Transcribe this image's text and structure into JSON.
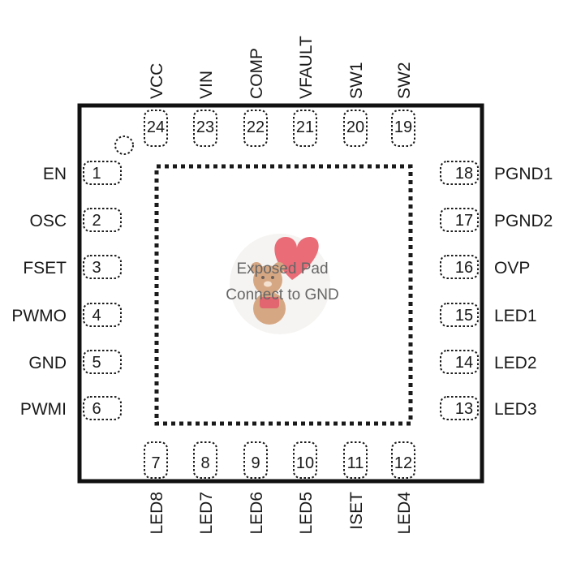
{
  "package": {
    "exposed_pad_lines": [
      "Exposed Pad",
      "Connect to GND"
    ]
  },
  "pins": {
    "left": [
      {
        "number": "1",
        "name": "EN"
      },
      {
        "number": "2",
        "name": "OSC"
      },
      {
        "number": "3",
        "name": "FSET"
      },
      {
        "number": "4",
        "name": "PWMO"
      },
      {
        "number": "5",
        "name": "GND"
      },
      {
        "number": "6",
        "name": "PWMI"
      }
    ],
    "bottom": [
      {
        "number": "7",
        "name": "LED8"
      },
      {
        "number": "8",
        "name": "LED7"
      },
      {
        "number": "9",
        "name": "LED6"
      },
      {
        "number": "10",
        "name": "LED5"
      },
      {
        "number": "11",
        "name": "ISET"
      },
      {
        "number": "12",
        "name": "LED4"
      }
    ],
    "right": [
      {
        "number": "13",
        "name": "LED3"
      },
      {
        "number": "14",
        "name": "LED2"
      },
      {
        "number": "15",
        "name": "LED1"
      },
      {
        "number": "16",
        "name": "OVP"
      },
      {
        "number": "17",
        "name": "PGND2"
      },
      {
        "number": "18",
        "name": "PGND1"
      }
    ],
    "top": [
      {
        "number": "19",
        "name": "SW2"
      },
      {
        "number": "20",
        "name": "SW1"
      },
      {
        "number": "21",
        "name": "VFAULT"
      },
      {
        "number": "22",
        "name": "COMP"
      },
      {
        "number": "23",
        "name": "VIN"
      },
      {
        "number": "24",
        "name": "VCC"
      }
    ]
  },
  "watermark": {
    "icon": "teddy-bear-heart-icon",
    "heart_color": "#e23b4a",
    "bear_color": "#c98a5a"
  }
}
